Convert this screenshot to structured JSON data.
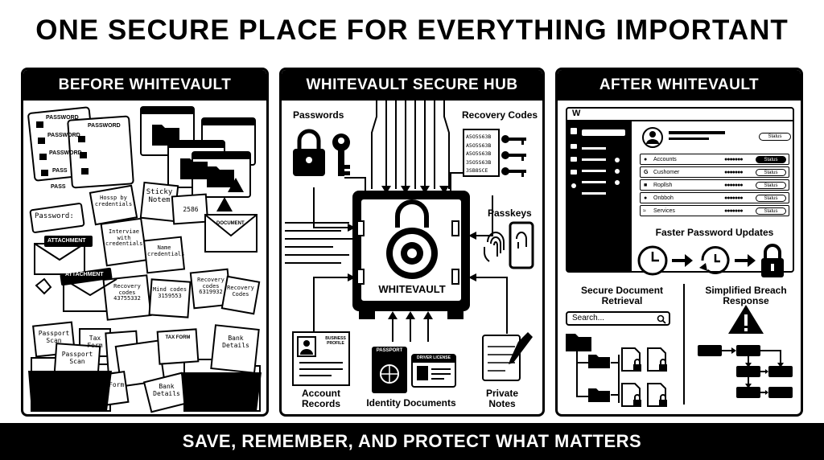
{
  "headline": "ONE SECURE PLACE FOR EVERYTHING IMPORTANT",
  "footer": "SAVE, REMEMBER, AND PROTECT WHAT MATTERS",
  "before": {
    "title": "BEFORE WHITEVAULT",
    "notes": [
      "PASSWORD",
      "PASSWORD",
      "PASSWORD",
      "PASSWORD",
      "PASS",
      "PASS",
      "Password:",
      "Hossp by credentials",
      "Sticky Notem",
      "2586",
      "Interviae with credentials",
      "Name credentials",
      "DOCUMENT",
      "ATTACHMENT",
      "ATTACHMENT",
      "Recovery codes 43755332",
      "Mind codes 3159553",
      "Recovery codes 6319932",
      "Recovery Codes",
      "Passport Scan",
      "Tax Form",
      "TAX FORM",
      "Bank Details",
      "Passport Scan",
      "Tax Form",
      "Bank Details"
    ]
  },
  "hub": {
    "title": "WHITEVAULT SECURE HUB",
    "passwords": "Passwords",
    "recovery_codes": "Recovery Codes",
    "codes": [
      "A5O5S63B",
      "A5O5S63B",
      "A5O5S63B",
      "35O5S63B",
      "3SB8SCE"
    ],
    "passkeys": "Passkeys",
    "vault_label": "WHITEVAULT",
    "account_records": "Account Records",
    "business_profile": "BUSINESS PROFILE",
    "identity_documents": "Identity Documents",
    "passport": "PASSPORT",
    "driver_license": "DRIVER LICENSE",
    "private_notes": "Private Notes"
  },
  "after": {
    "title": "AFTER WHITEVAULT",
    "logo": "W",
    "status_label": "Status",
    "rows": [
      {
        "name": "Accounts",
        "dots": "●●●●●●●",
        "status": "Status",
        "icon": "user-icon"
      },
      {
        "name": "Cushomer",
        "dots": "●●●●●●●",
        "status": "Status",
        "icon": "g-logo-icon"
      },
      {
        "name": "Ropllsh",
        "dots": "●●●●●●●",
        "status": "Status",
        "icon": "lock-icon"
      },
      {
        "name": "Onbboh",
        "dots": "●●●●●●●",
        "status": "Status",
        "icon": "apple-icon"
      },
      {
        "name": "Services",
        "dots": "●●●●●●●",
        "status": "Status",
        "icon": "wifi-icon"
      }
    ],
    "faster_updates": "Faster Password Updates",
    "secure_retrieval": "Secure Document Retrieval",
    "search_placeholder": "Search...",
    "breach_response": "Simplified Breach Response"
  }
}
